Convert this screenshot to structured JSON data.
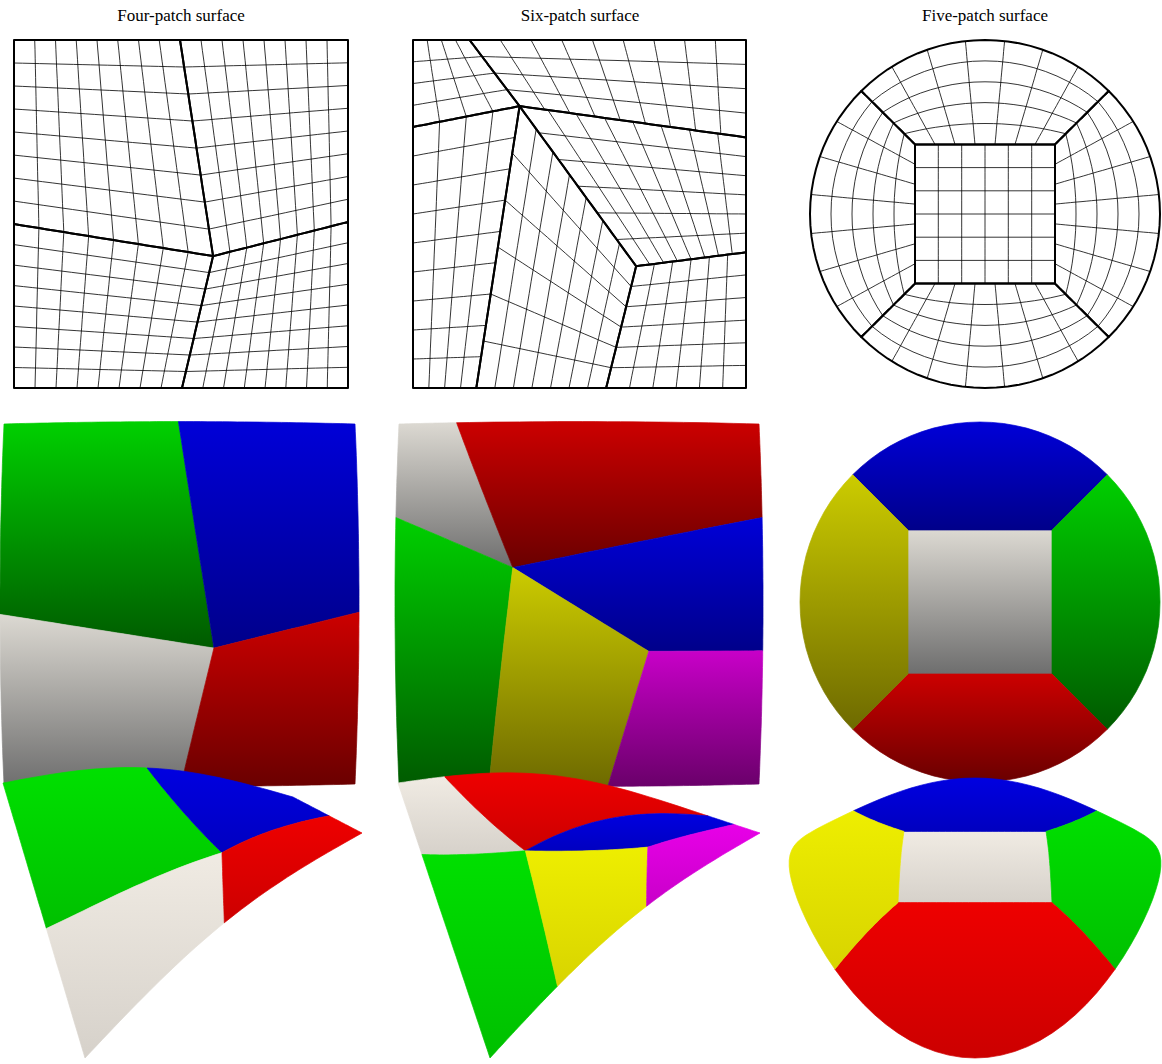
{
  "diagram": {
    "labels": [
      "Four-patch surface",
      "Six-patch surface",
      "Five-patch surface"
    ]
  }
}
